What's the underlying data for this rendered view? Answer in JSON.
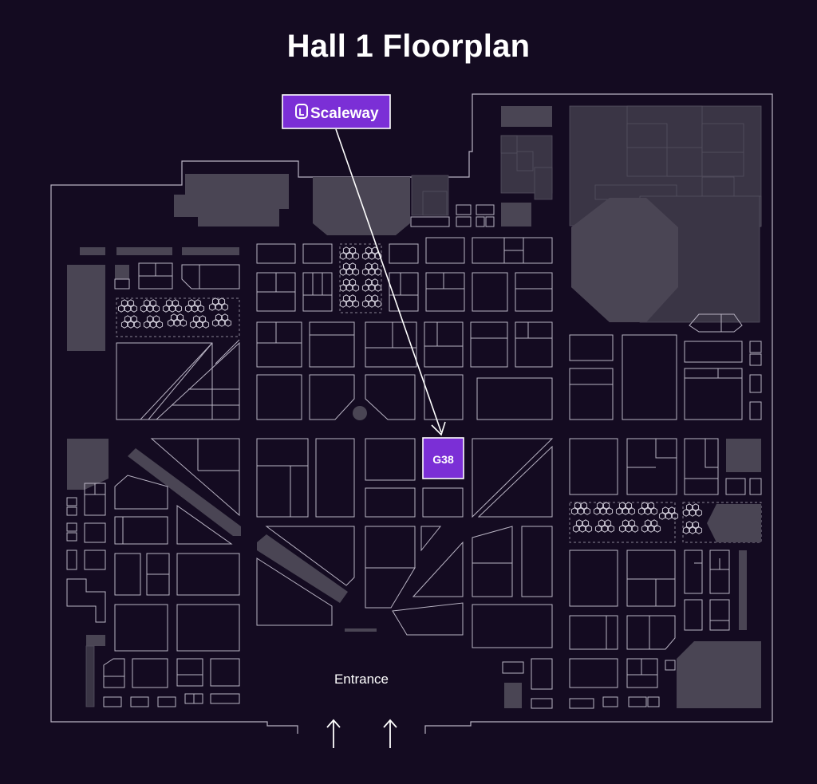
{
  "title": "Hall 1 Floorplan",
  "sponsor": {
    "name": "Scaleway",
    "icon": "scaleway-logo-icon"
  },
  "booth": {
    "code": "G38"
  },
  "entrance": {
    "label": "Entrance"
  },
  "colors": {
    "background": "#140b21",
    "booth_outline": "#b9b4c4",
    "blocked_area": "#4a4554",
    "highlight": "#7b2fd6",
    "text": "#ffffff"
  }
}
